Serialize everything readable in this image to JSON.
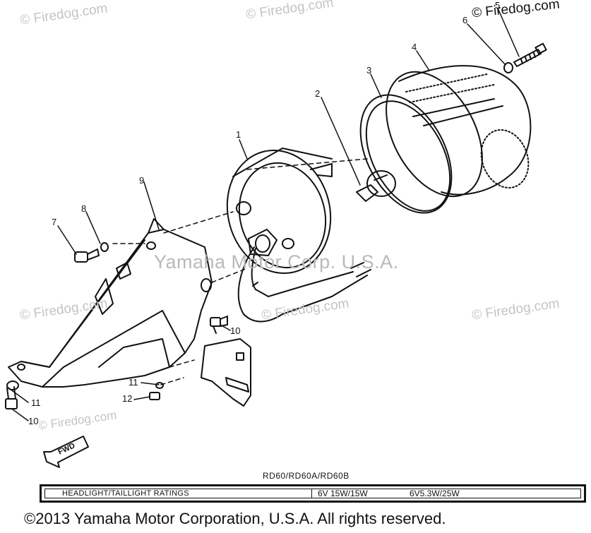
{
  "watermarks": {
    "w1": "© Firedog.com",
    "w2": "© Firedog.com",
    "w3": "© Firedog.com",
    "w4": "© Firedog.com",
    "w5": "© Firedog.com",
    "w6": "© Firedog.com",
    "w7": "© Firedog.com"
  },
  "center_watermark": "Yamaha Motor Corp. U.S.A.",
  "callouts": {
    "c1": "1",
    "c2": "2",
    "c3": "3",
    "c4": "4",
    "c5": "5",
    "c6": "6",
    "c7": "7",
    "c8": "8",
    "c9": "9",
    "c10a": "10",
    "c10b": "10",
    "c11a": "11",
    "c11b": "11",
    "c12": "12"
  },
  "fwd_label": "FWD",
  "model": "RD60/RD60A/RD60B",
  "ratings": {
    "label": "HEADLIGHT/TAILLIGHT RATINGS",
    "value1": "6V 15W/15W",
    "value2": "6V5.3W/25W"
  },
  "copyright": "©2013 Yamaha Motor Corporation, U.S.A. All rights reserved.",
  "colors": {
    "ink": "#111111",
    "watermark": "#c4c4c4",
    "background": "#ffffff"
  }
}
